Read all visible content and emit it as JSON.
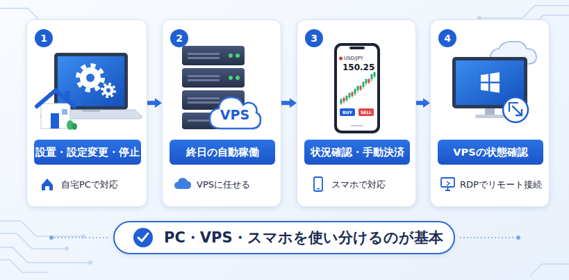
{
  "diagram": {
    "nodes": [
      {
        "text": [
          "自宅PCで対応"
        ]
      },
      {
        "text": [
          "1"
        ],
        "in": 0
      },
      {
        "text": [
          "設置・設定変更・停止"
        ],
        "in": 0
      },
      {
        "text": [
          "VPSに任せる"
        ]
      },
      {
        "text": [
          "2"
        ],
        "in": 3
      },
      {
        "text": [
          "VPS"
        ],
        "in": 3
      },
      {
        "text": [
          "終日の自動稼働"
        ],
        "in": 3
      },
      {
        "text": [
          "スマホで対応"
        ]
      },
      {
        "text": [
          "3"
        ],
        "in": 7
      },
      {
        "text": [
          "状況確認・手動決済"
        ],
        "in": 7
      },
      {
        "text": [
          "RDPでリモート接続"
        ]
      },
      {
        "text": [
          "4"
        ],
        "in": 10
      },
      {
        "text": [
          "VPSの状態確認"
        ],
        "in": 10
      },
      {
        "text": [
          "PC・VPS・スマホを使い分けるのが基本"
        ]
      }
    ],
    "edges": [
      {
        "from": 0,
        "to": 3,
        "arrow": "to"
      },
      {
        "from": 3,
        "to": 7,
        "arrow": "to"
      },
      {
        "from": 7,
        "to": 10,
        "arrow": "to"
      }
    ],
    "labels": [
      "USD/JPY",
      "150.25",
      "BUY",
      "SELL"
    ]
  }
}
